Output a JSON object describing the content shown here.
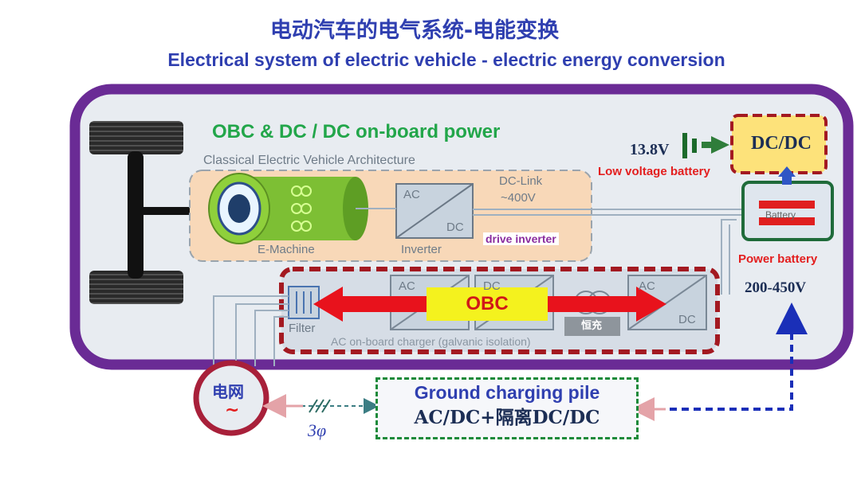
{
  "title_cn": "电动汽车的电气系统-电能变换",
  "title_en": "Electrical system of electric vehicle - electric energy conversion",
  "diagram": {
    "section_title": "OBC & DC / DC on-board power",
    "architecture_title": "Classical Electric Vehicle Architecture",
    "e_machine": "E-Machine",
    "inverter": "Inverter",
    "ac": "AC",
    "dc": "DC",
    "dc_link_line1": "DC-Link",
    "dc_link_line2": "~400V",
    "drive_inverter": "drive inverter",
    "voltage_low": "13.8V",
    "dcdc_box": "DC/DC",
    "low_voltage_battery": "Low voltage battery",
    "power_battery": "Power battery",
    "battery_faded": "Battery",
    "voltage_range": "200-450V",
    "obc": "OBC",
    "filter": "Filter",
    "obc_caption": "AC on-board charger (galvanic isolation)",
    "buck_label": "恒充",
    "grid": "电网",
    "grid_symbol": "~",
    "three_phase": "3φ",
    "ground_pile_title": "Ground charging pile",
    "ground_pile_sub": "AC/DC+隔离DC/DC"
  },
  "colors": {
    "title_blue": "#2f3fb0",
    "vehicle_purple": "#6a2b95",
    "obc_red": "#d11818",
    "obc_yellow": "#f4f21e",
    "green": "#22a64a",
    "dcdc_yellow": "#fde27a",
    "dc_dark_red": "#a31921"
  }
}
